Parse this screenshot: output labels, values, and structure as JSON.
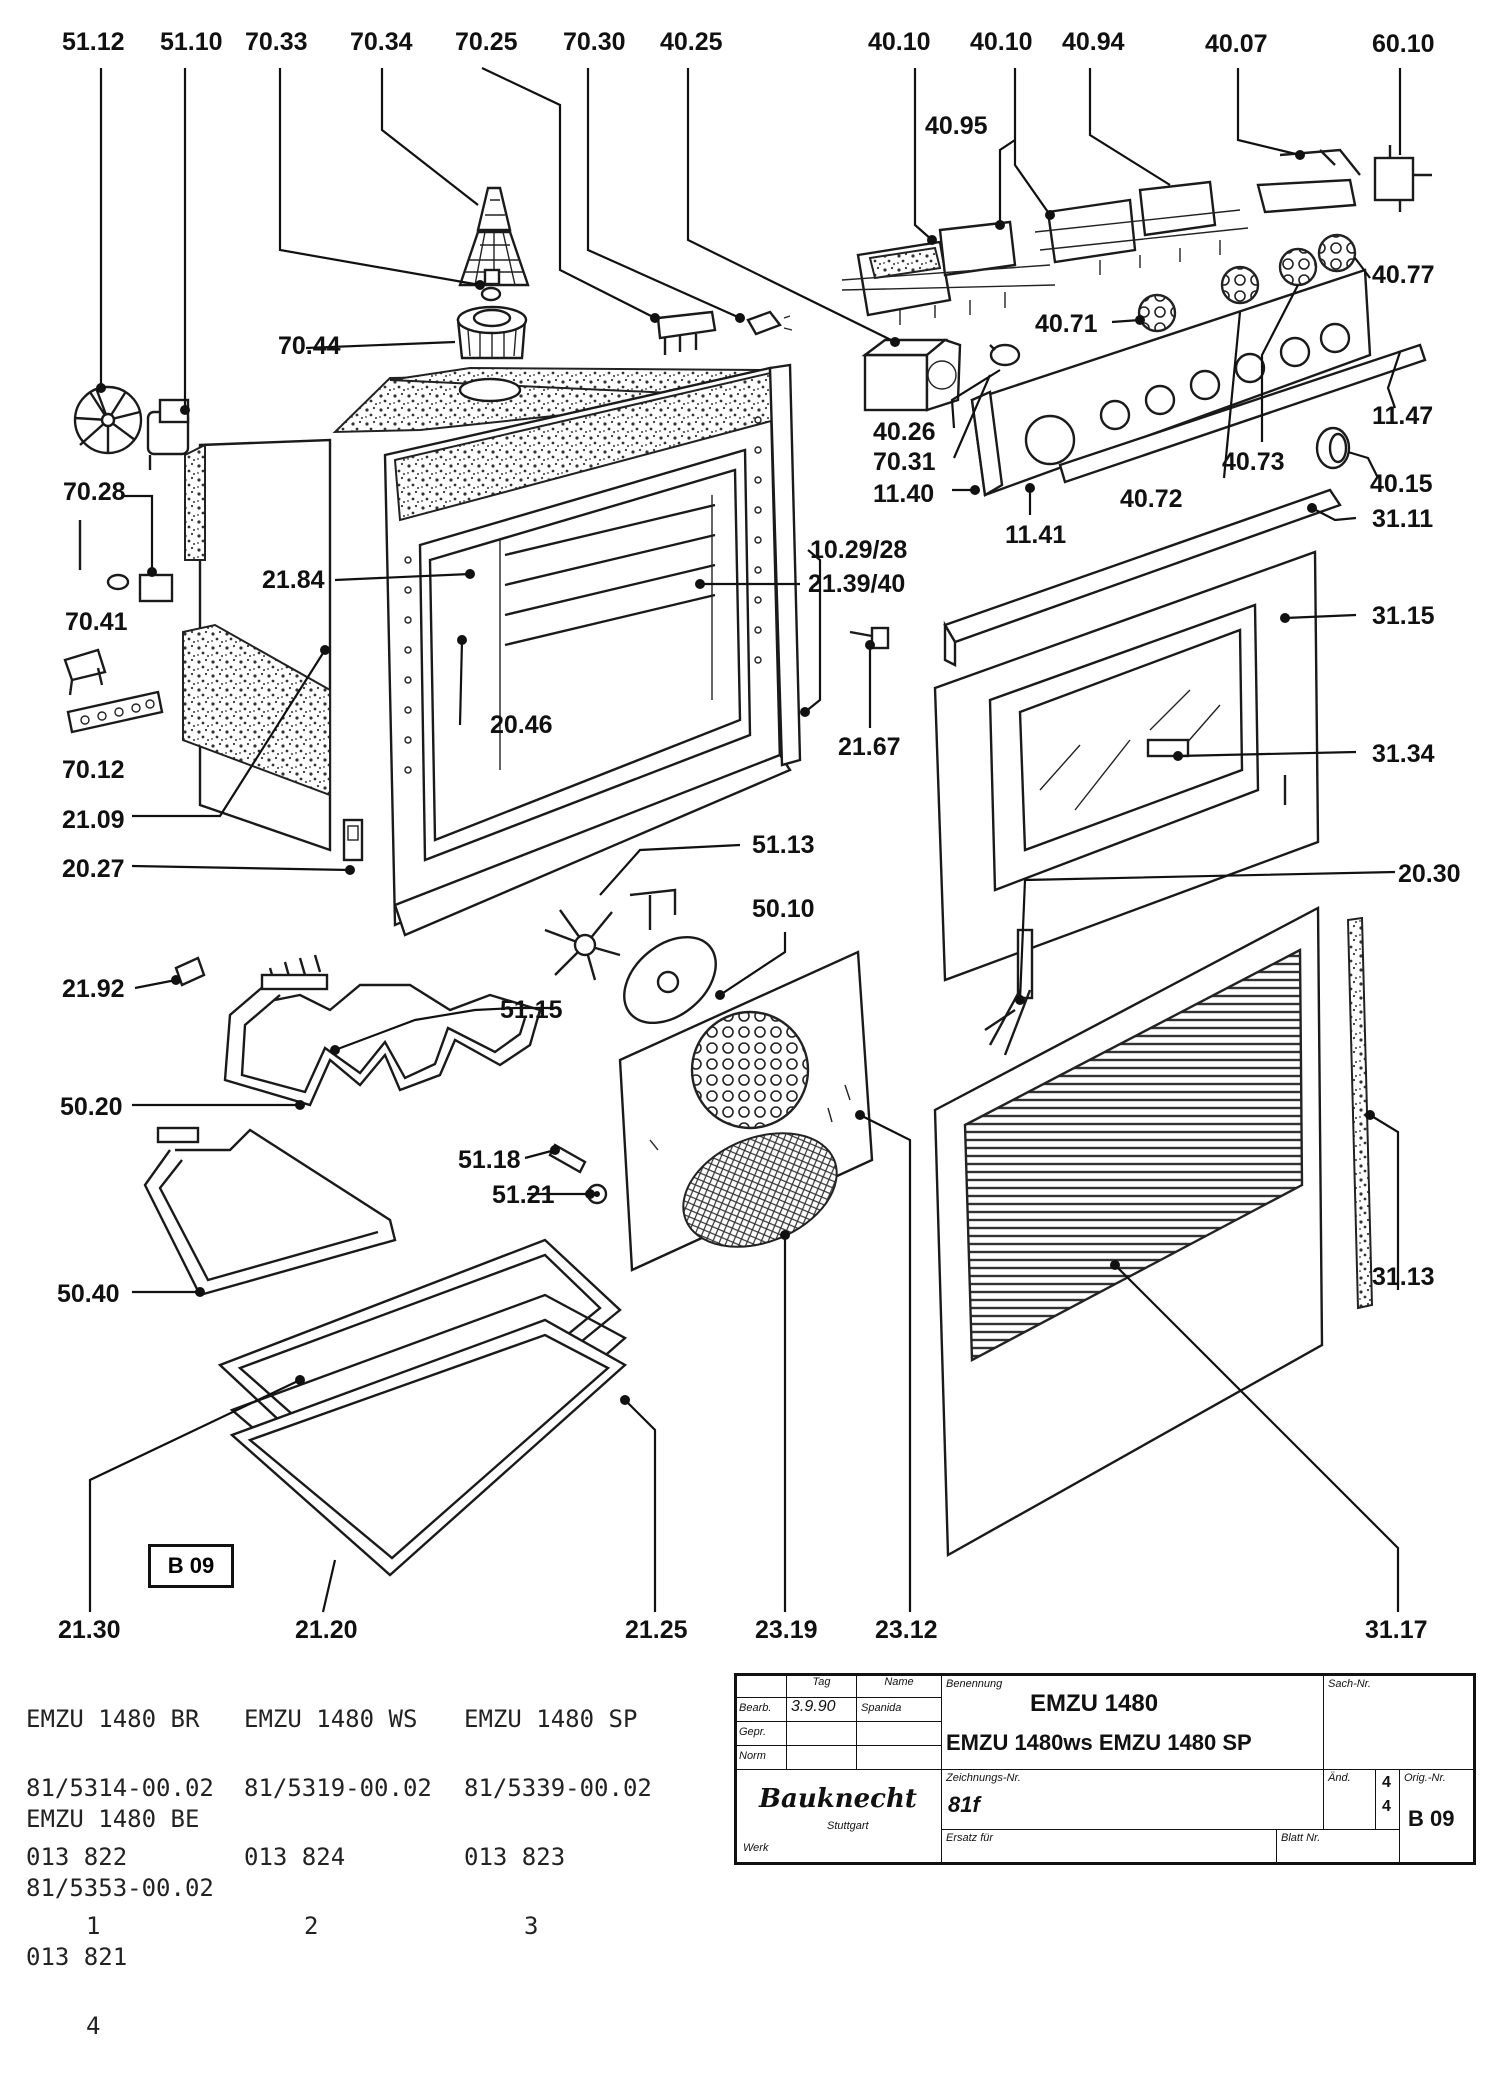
{
  "labels": [
    {
      "text": "51.12"
    },
    {
      "text": "51.10"
    },
    {
      "text": "70.33"
    },
    {
      "text": "70.34"
    },
    {
      "text": "70.25"
    },
    {
      "text": "70.30"
    },
    {
      "text": "40.25"
    },
    {
      "text": "40.10"
    },
    {
      "text": "40.10"
    },
    {
      "text": "40.94"
    },
    {
      "text": "40.07"
    },
    {
      "text": "60.10"
    },
    {
      "text": "40.95"
    },
    {
      "text": "40.77"
    },
    {
      "text": "40.71"
    },
    {
      "text": "70.44"
    },
    {
      "text": "70.28"
    },
    {
      "text": "40.26"
    },
    {
      "text": "70.31"
    },
    {
      "text": "11.47"
    },
    {
      "text": "40.73"
    },
    {
      "text": "40.15"
    },
    {
      "text": "11.40"
    },
    {
      "text": "40.72"
    },
    {
      "text": "11.41"
    },
    {
      "text": "31.11"
    },
    {
      "text": "10.29/28"
    },
    {
      "text": "21.84"
    },
    {
      "text": "21.39/40"
    },
    {
      "text": "70.41"
    },
    {
      "text": "31.15"
    },
    {
      "text": "20.46"
    },
    {
      "text": "21.67"
    },
    {
      "text": "31.34"
    },
    {
      "text": "70.12"
    },
    {
      "text": "21.09"
    },
    {
      "text": "20.27"
    },
    {
      "text": "51.13"
    },
    {
      "text": "20.30"
    },
    {
      "text": "50.10"
    },
    {
      "text": "21.92"
    },
    {
      "text": "51.15"
    },
    {
      "text": "50.20"
    },
    {
      "text": "51.18"
    },
    {
      "text": "51.21"
    },
    {
      "text": "31.13"
    },
    {
      "text": "50.40"
    },
    {
      "text": "21.30"
    },
    {
      "text": "21.20"
    },
    {
      "text": "21.25"
    },
    {
      "text": "23.19"
    },
    {
      "text": "23.12"
    },
    {
      "text": "31.17"
    }
  ],
  "badge": "B 09",
  "models": [
    {
      "name": "EMZU 1480 BR",
      "code": "81/5314-00.02",
      "number": "013 822",
      "index": "1"
    },
    {
      "name": "EMZU 1480 WS",
      "code": "81/5319-00.02",
      "number": "013 824",
      "index": "2"
    },
    {
      "name": "EMZU 1480 SP",
      "code": "81/5339-00.02",
      "number": "013 823",
      "index": "3"
    },
    {
      "name": "EMZU 1480 BE",
      "code": "81/5353-00.02",
      "number": "013 821",
      "index": "4"
    }
  ],
  "title_block": {
    "col_tag": "Tag",
    "col_name": "Name",
    "row_bearb": "Bearb.",
    "row_gepr": "Gepr.",
    "row_norm": "Norm",
    "bearb_date": "3.9.90",
    "bearb_name": "Spanida",
    "benennung_label": "Benennung",
    "title_line1": "EMZU 1480",
    "title_line2": "EMZU 1480ws EMZU 1480 SP",
    "sach_label": "Sach-Nr.",
    "brand": "Bauknecht",
    "brand_city": "Stuttgart",
    "werk_label": "Werk",
    "zeichnungs_label": "Zeichnungs-Nr.",
    "zeichnungs_value": "81f",
    "ersatz_label": "Ersatz für",
    "aend_label": "Änd.",
    "aend_value1": "4",
    "aend_value2": "4",
    "orig_label": "Orig.-Nr.",
    "orig_value": "B 09",
    "blatt_label": "Blatt Nr."
  }
}
